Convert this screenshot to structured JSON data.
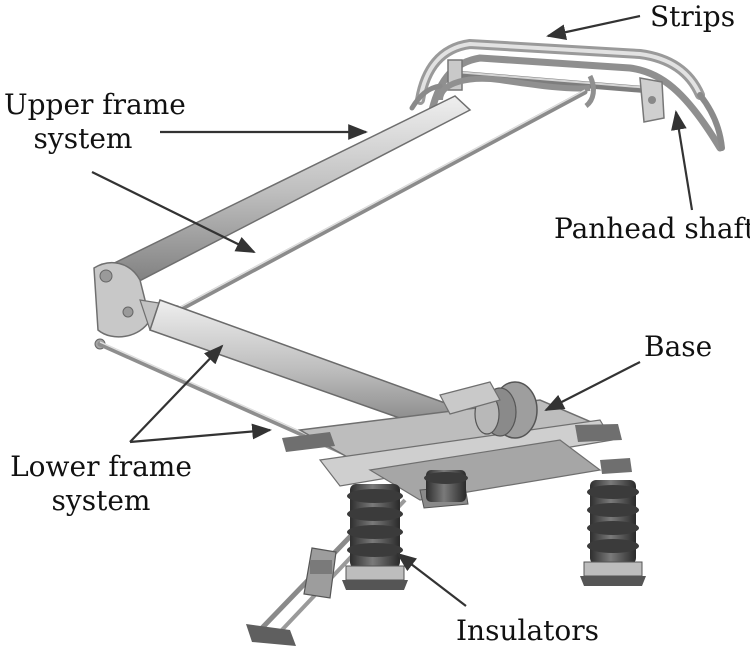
{
  "labels": {
    "strips": "Strips",
    "upper_frame_line1": "Upper frame",
    "upper_frame_line2": "system",
    "panhead_shaft": "Panhead shaft",
    "base": "Base",
    "lower_frame_line1": "Lower frame",
    "lower_frame_line2": "system",
    "insulators": "Insulators"
  },
  "colors": {
    "metal_light": "#d6d6d6",
    "metal_mid": "#a9a9a9",
    "metal_dark": "#6e6e6e",
    "insulator": "#4a4a4a",
    "arrow": "#333333"
  }
}
